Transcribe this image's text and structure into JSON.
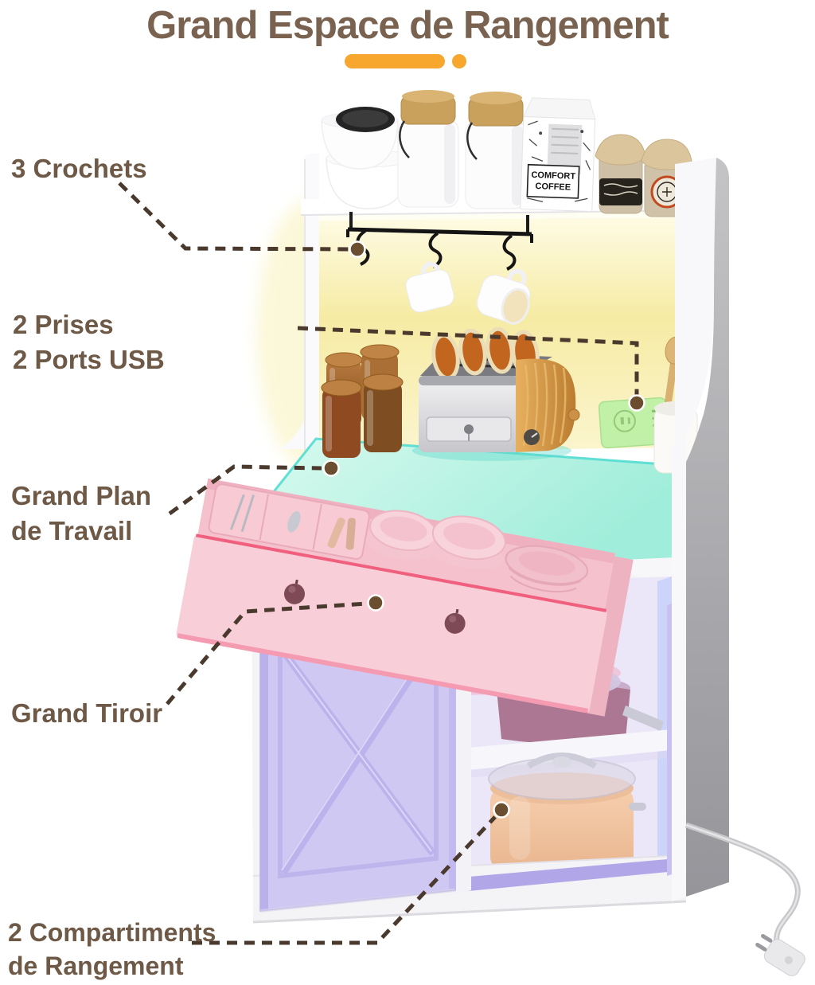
{
  "header": {
    "title": "Grand Espace de Rangement"
  },
  "callouts": {
    "hooks": {
      "label": "3 Crochets"
    },
    "outlets": {
      "line1": "2 Prises",
      "line2": "2 Ports USB"
    },
    "worktop": {
      "line1": "Grand Plan",
      "line2": "de Travail"
    },
    "drawer": {
      "label": "Grand Tiroir"
    },
    "compartments": {
      "line1": "2 Compartiments",
      "line2": "de Rangement"
    }
  },
  "product": {
    "coffee_bag": {
      "line1": "COMFORT",
      "line2": "COFFEE"
    }
  },
  "colors": {
    "title_brown": "#796250",
    "label_brown": "#6E5947",
    "leader_dash": "#4A392D",
    "leader_dot": "#6B4E2F",
    "accent_orange": "#F7A62E",
    "led_yellow": "#F8EFAD",
    "counter_mint": "#A5EFDC",
    "counter_edge_cyan": "#4ADBD0",
    "drawer_pink": "#F8CFD9",
    "drawer_edge_red": "#F0607E",
    "knob_mauve": "#7E4A55",
    "door_lavender": "#CFC8F3",
    "outlet_green": "#BEF0A6",
    "pot_peach": "#F4C8A6",
    "pan_plum": "#AC7793",
    "side_gray": "#9B9B9C"
  }
}
